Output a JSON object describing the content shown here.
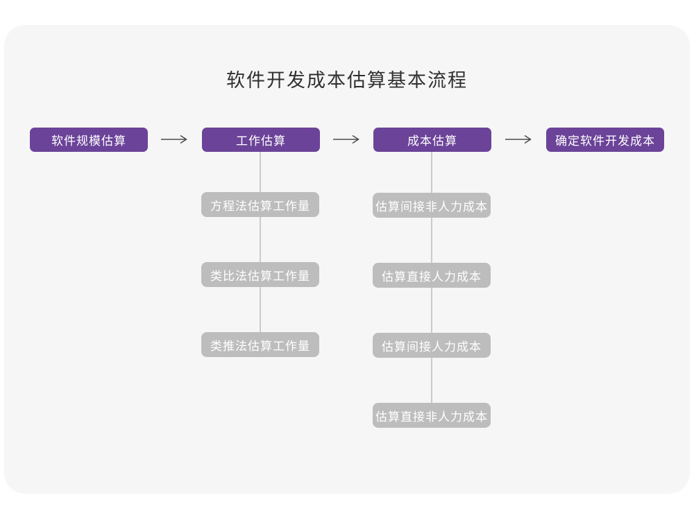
{
  "title": "软件开发成本估算基本流程",
  "colors": {
    "canvas_bg": "#ffffff",
    "card_bg": "#f6f6f6",
    "stage_box_bg": "#6b4398",
    "sub_box_bg": "#bdbdbd",
    "connector_line": "#cbcbcb",
    "arrow_stroke": "#4a4a4a",
    "title_text": "#303030",
    "box_text": "#ffffff"
  },
  "flow": {
    "stages": [
      {
        "label": "软件规模估算"
      },
      {
        "label": "工作估算"
      },
      {
        "label": "成本估算"
      },
      {
        "label": "确定软件开发成本"
      }
    ]
  },
  "work_estimation_methods": [
    "方程法估算工作量",
    "类比法估算工作量",
    "类推法估算工作量"
  ],
  "cost_estimation_steps": [
    "估算间接非人力成本",
    "估算直接人力成本",
    "估算间接人力成本",
    "估算直接非人力成本"
  ]
}
